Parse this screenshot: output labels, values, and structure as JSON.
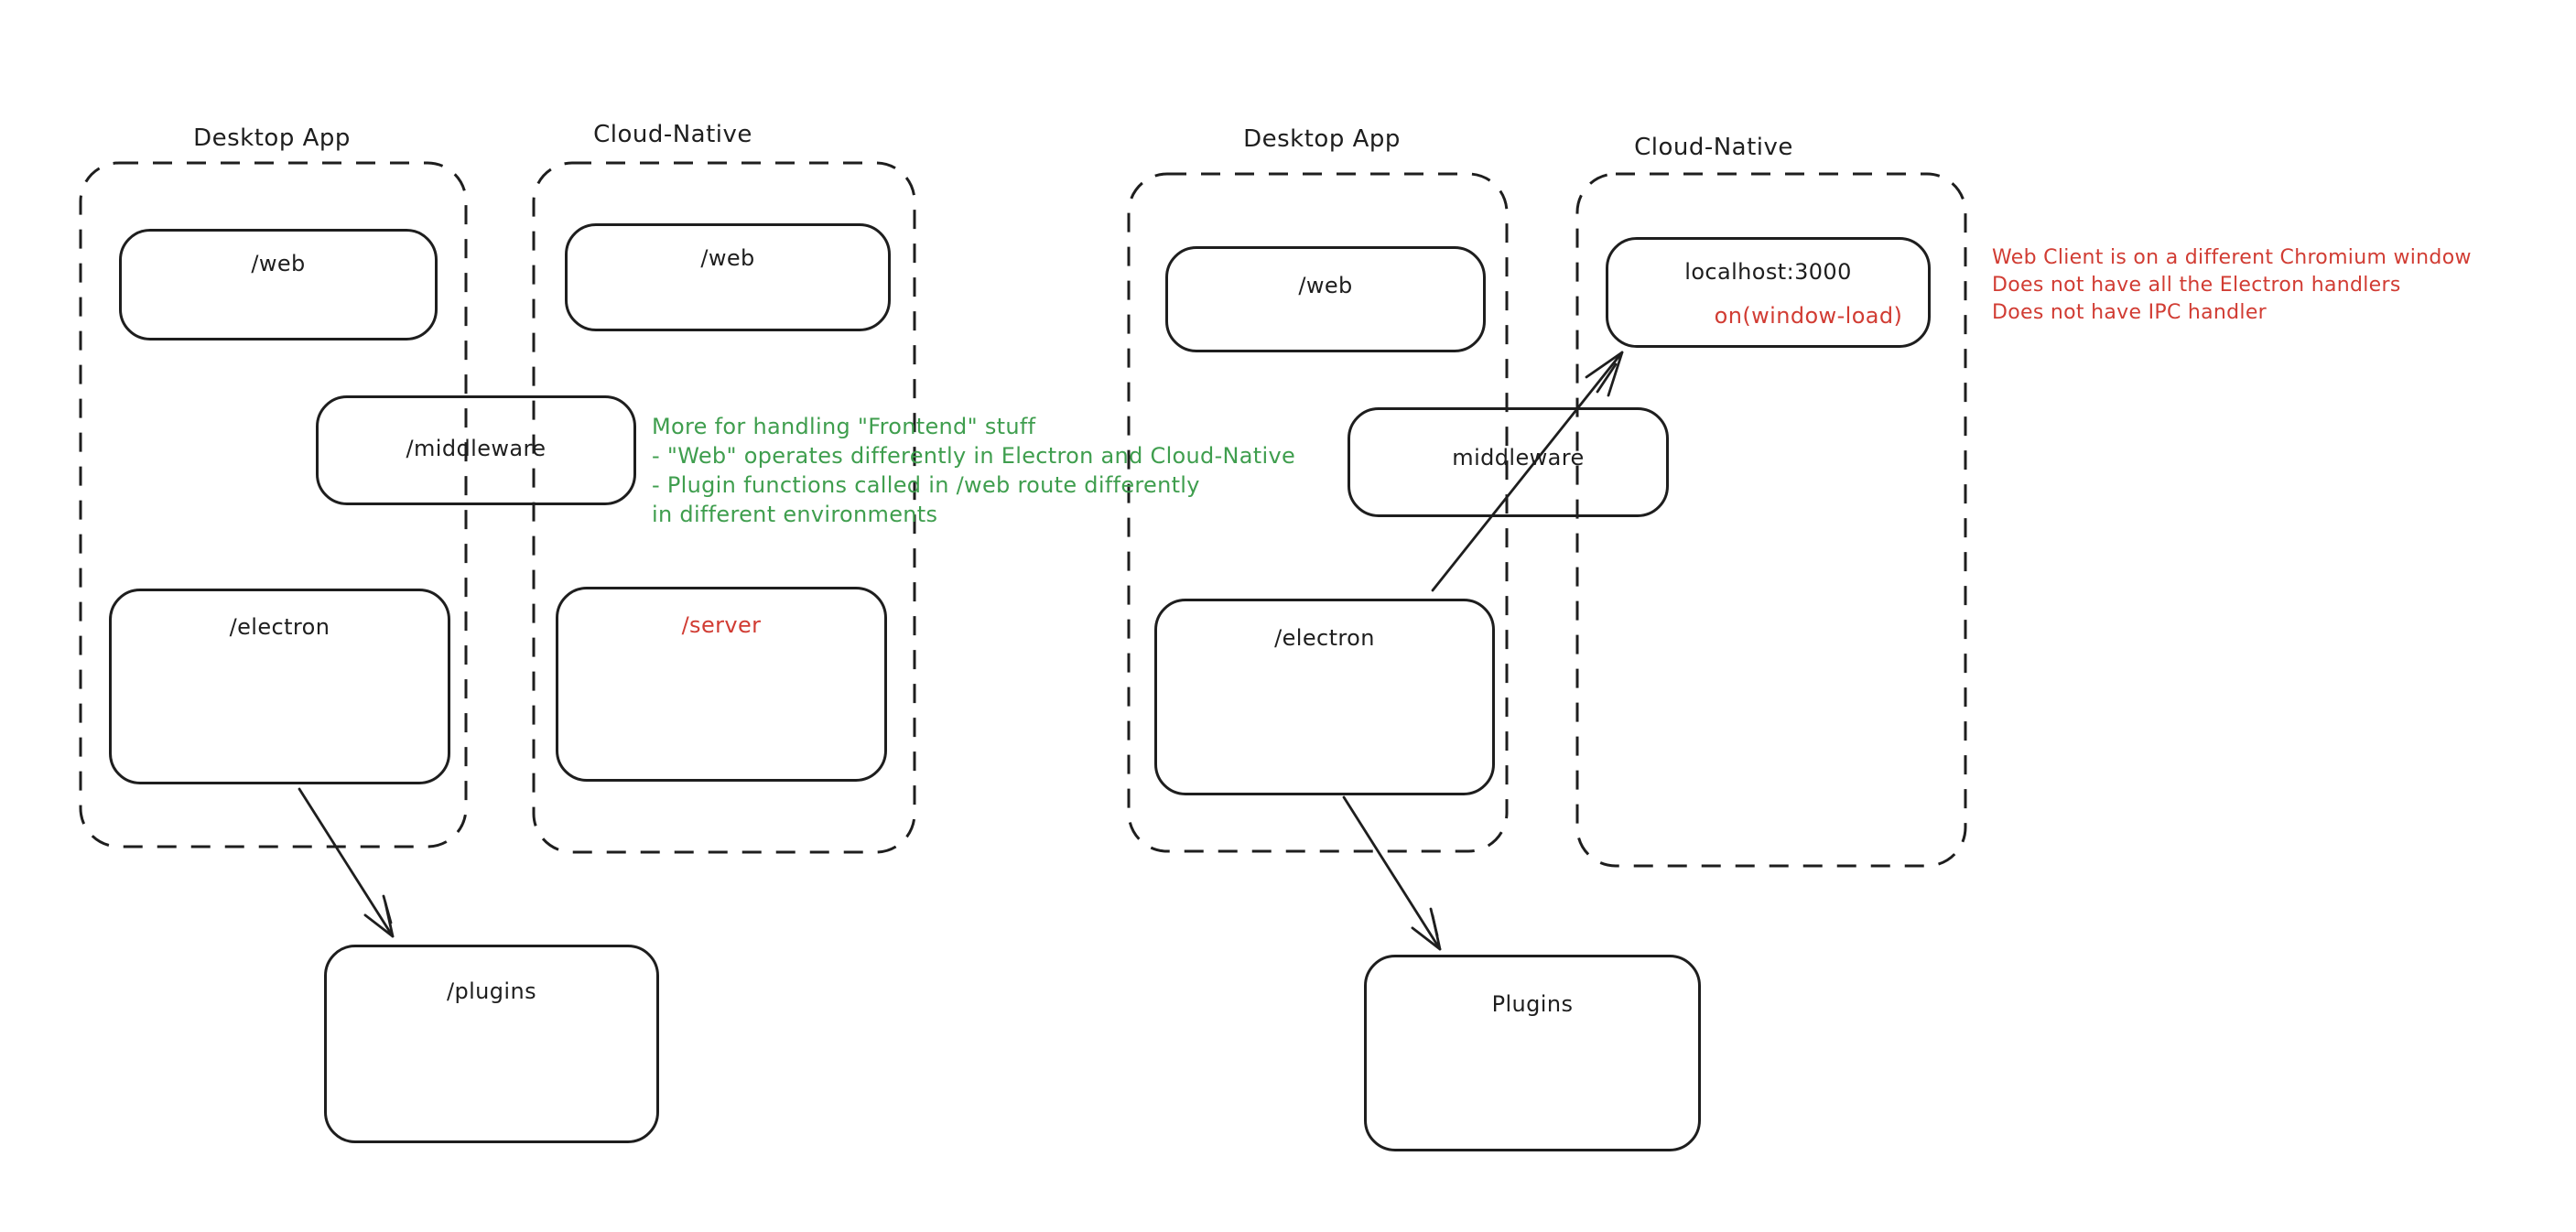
{
  "palette": {
    "background": "#ffffff",
    "ink": "#1e1e1e",
    "green": "#3f9e4e",
    "red": "#d13c33"
  },
  "left_diagram": {
    "desktop_group": {
      "title": "Desktop App",
      "web_label": "/web",
      "electron_label": "/electron"
    },
    "cloud_group": {
      "title": "Cloud-Native",
      "web_label": "/web",
      "server_label": "/server"
    },
    "middleware_label": "/middleware",
    "plugins_label": "/plugins",
    "green_note": {
      "lines": [
        "More for handling \"Frontend\" stuff",
        "- \"Web\" operates differently in Electron and Cloud-Native",
        "- Plugin functions called in /web route differently",
        "in different environments"
      ]
    }
  },
  "right_diagram": {
    "desktop_group": {
      "title": "Desktop App",
      "web_label": "/web",
      "electron_label": "/electron"
    },
    "cloud_group": {
      "title": "Cloud-Native",
      "localhost_label": "localhost:3000",
      "localhost_sublabel": "on(window-load)"
    },
    "middleware_label": "middleware",
    "plugins_label": "Plugins",
    "red_note": {
      "lines": [
        "Web Client is on a different Chromium window",
        "Does not have all the Electron handlers",
        "Does not have IPC handler"
      ]
    }
  },
  "edges": [
    {
      "from": "/electron (left Desktop App)",
      "to": "/plugins"
    },
    {
      "from": "/electron (right Desktop App)",
      "to": "Plugins"
    },
    {
      "from": "/electron (right Desktop App)",
      "to": "localhost:3000"
    }
  ]
}
